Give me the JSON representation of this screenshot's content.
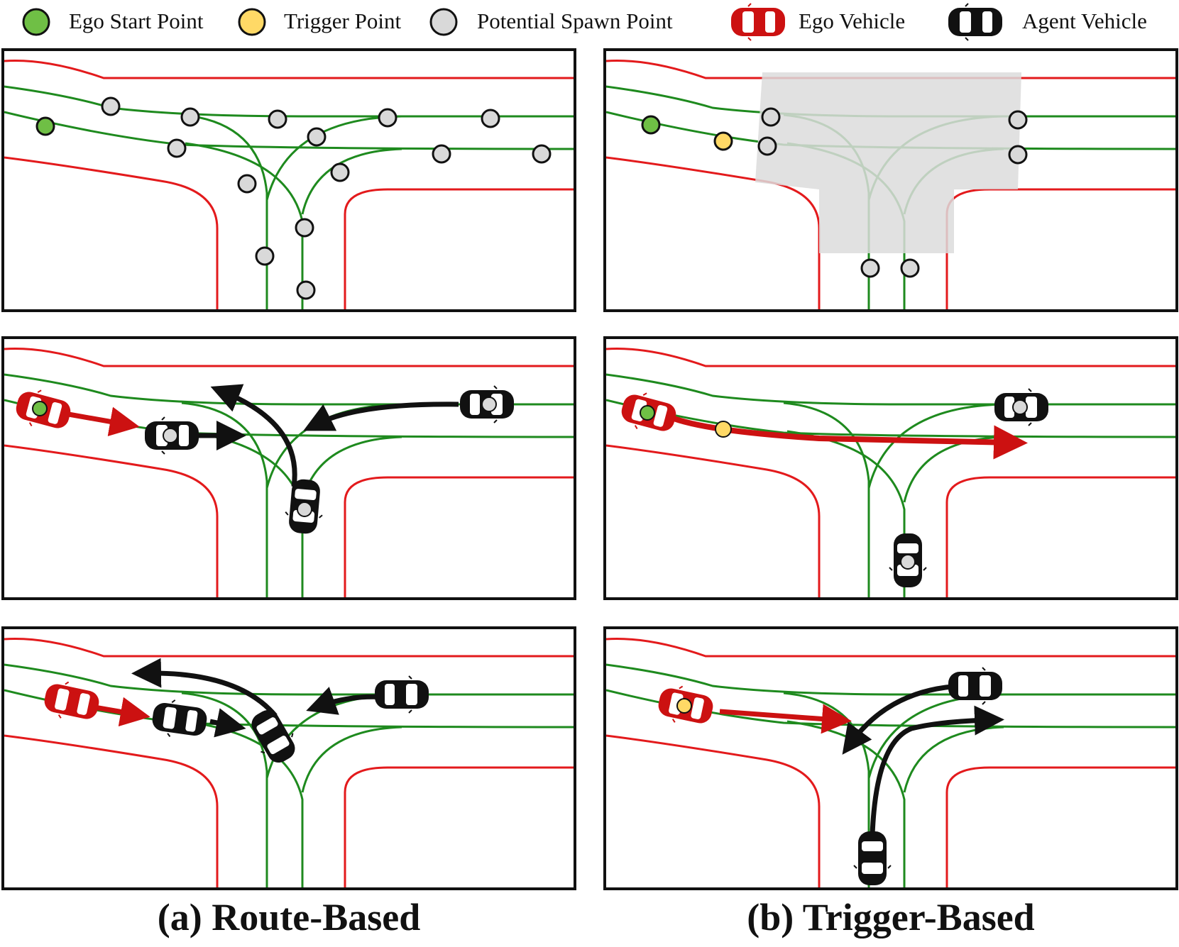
{
  "legend": {
    "ego_start": "Ego Start Point",
    "trigger": "Trigger Point",
    "spawn": "Potential Spawn Point",
    "ego_vehicle": "Ego Vehicle",
    "agent_vehicle": "Agent Vehicle"
  },
  "captions": {
    "route": "(a) Route-Based",
    "trigger": "(b) Trigger-Based"
  },
  "colors": {
    "boundary": "#e31a1c",
    "lane": "#1e8a1e",
    "ego_start": "#6fbf45",
    "trigger": "#ffd966",
    "spawn": "#d9d9d9",
    "ego_vehicle": "#cc1111",
    "agent_vehicle": "#111111",
    "trigger_area": "#dcdcdc"
  },
  "icons": [
    "ego-start-icon",
    "trigger-point-icon",
    "spawn-point-icon",
    "ego-vehicle-icon",
    "agent-vehicle-icon",
    "arrow-icon"
  ]
}
